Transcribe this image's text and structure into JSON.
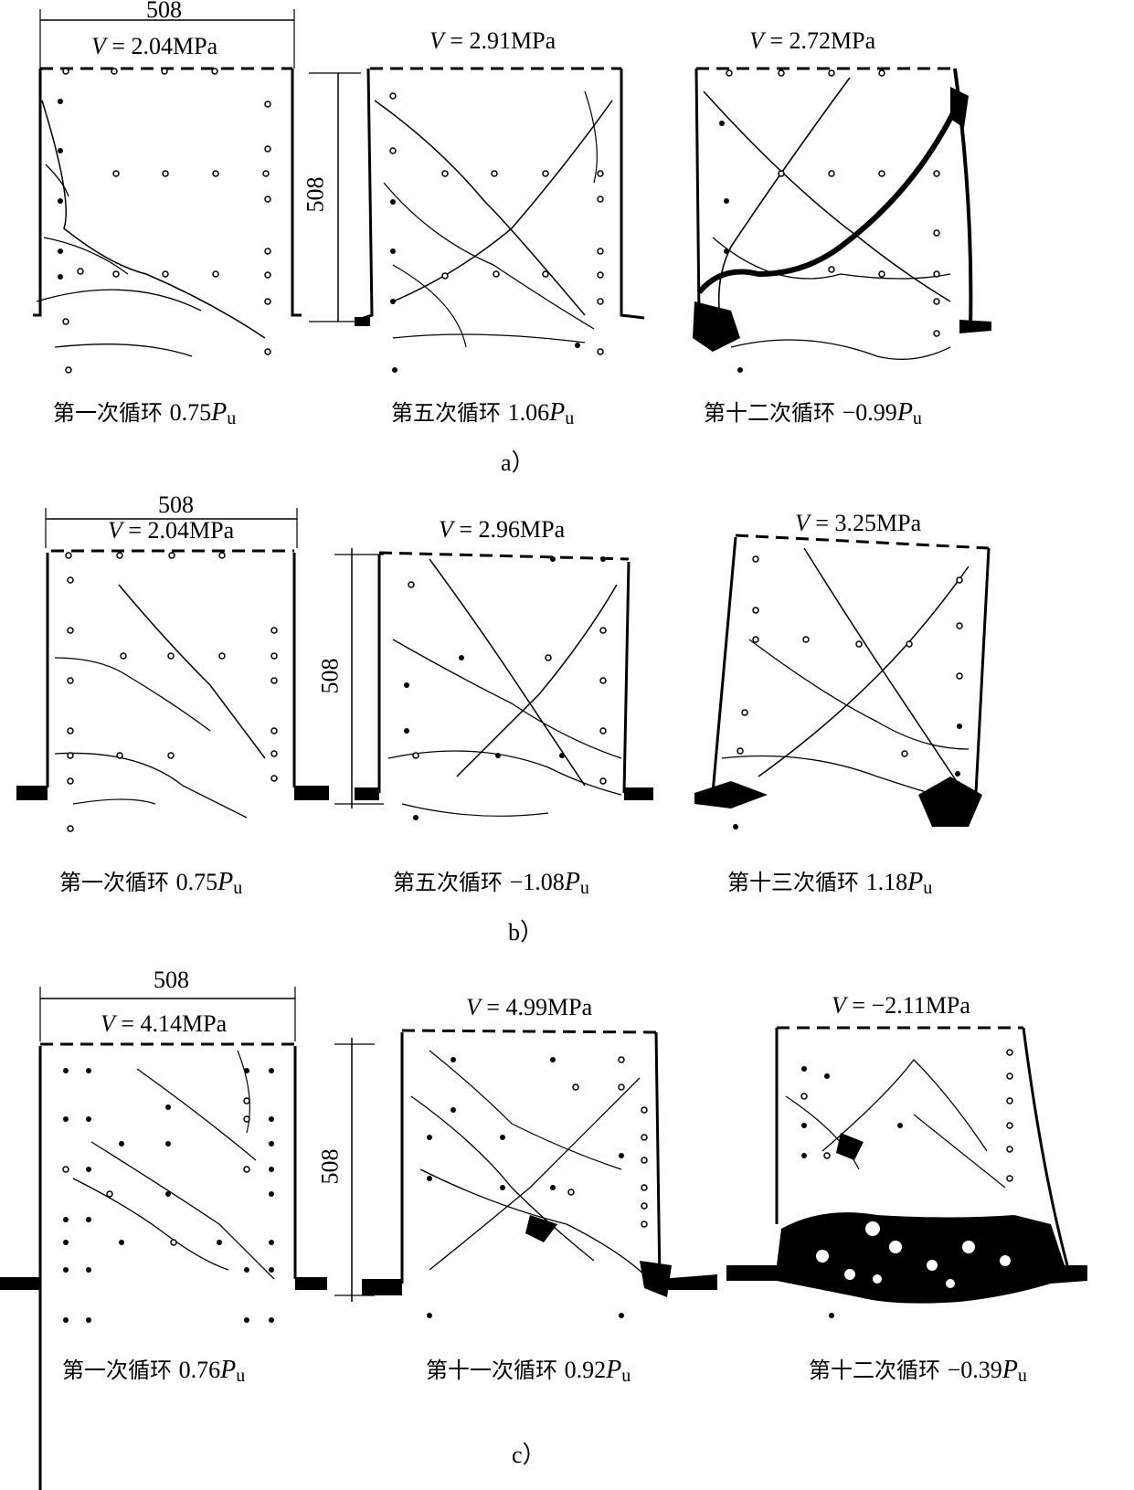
{
  "rows": [
    {
      "label": "a）",
      "panels": [
        {
          "v_symbol": "V",
          "v_text": "= 2.04MPa",
          "cycle": "第一次循环",
          "ratio": "0.75",
          "p": "P",
          "sub": "u",
          "dims": {
            "width": "508"
          }
        },
        {
          "v_symbol": "V",
          "v_text": "= 2.91MPa",
          "cycle": "第五次循环",
          "ratio": "1.06",
          "p": "P",
          "sub": "u",
          "dims": {
            "height": "508"
          }
        },
        {
          "v_symbol": "V",
          "v_text": "= 2.72MPa",
          "cycle": "第十二次循环",
          "ratio": "−0.99",
          "p": "P",
          "sub": "u",
          "dims": {}
        }
      ]
    },
    {
      "label": "b）",
      "panels": [
        {
          "v_symbol": "V",
          "v_text": "= 2.04MPa",
          "cycle": "第一次循环",
          "ratio": "0.75",
          "p": "P",
          "sub": "u",
          "dims": {
            "width": "508"
          }
        },
        {
          "v_symbol": "V",
          "v_text": "= 2.96MPa",
          "cycle": "第五次循环",
          "ratio": "−1.08",
          "p": "P",
          "sub": "u",
          "dims": {
            "height": "508"
          }
        },
        {
          "v_symbol": "V",
          "v_text": "= 3.25MPa",
          "cycle": "第十三次循环",
          "ratio": "1.18",
          "p": "P",
          "sub": "u",
          "dims": {}
        }
      ]
    },
    {
      "label": "c）",
      "panels": [
        {
          "v_symbol": "V",
          "v_text": "= 4.14MPa",
          "cycle": "第一次循环",
          "ratio": "0.76",
          "p": "P",
          "sub": "u",
          "dims": {
            "width": "508"
          }
        },
        {
          "v_symbol": "V",
          "v_text": "= 4.99MPa",
          "cycle": "第十一次循环",
          "ratio": "0.92",
          "p": "P",
          "sub": "u",
          "dims": {
            "height": "508"
          }
        },
        {
          "v_symbol": "V",
          "v_text": "= −2.11MPa",
          "cycle": "第十二次循环",
          "ratio": "−0.39",
          "p": "P",
          "sub": "u",
          "dims": {}
        }
      ]
    }
  ]
}
